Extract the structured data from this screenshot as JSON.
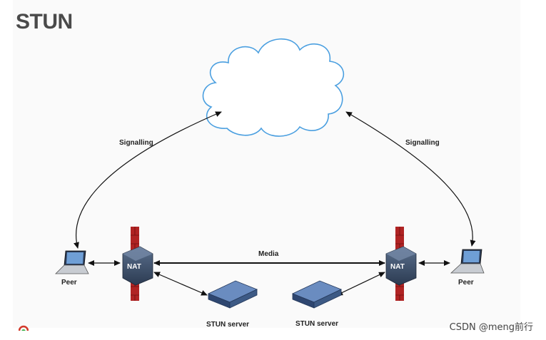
{
  "title": "STUN",
  "labels": {
    "signalling_left": "Signalling",
    "signalling_right": "Signalling",
    "media": "Media",
    "peer_left": "Peer",
    "peer_right": "Peer",
    "nat_left": "NAT",
    "nat_right": "NAT",
    "stun_server_left": "STUN server",
    "stun_server_right": "STUN server"
  },
  "watermark": "CSDN @meng前行",
  "colors": {
    "cloud_stroke": "#4a9fe0",
    "firewall": "#b02323",
    "nat_box": "#3a4d66",
    "server": "#3d5a85",
    "arrow": "#111111"
  }
}
